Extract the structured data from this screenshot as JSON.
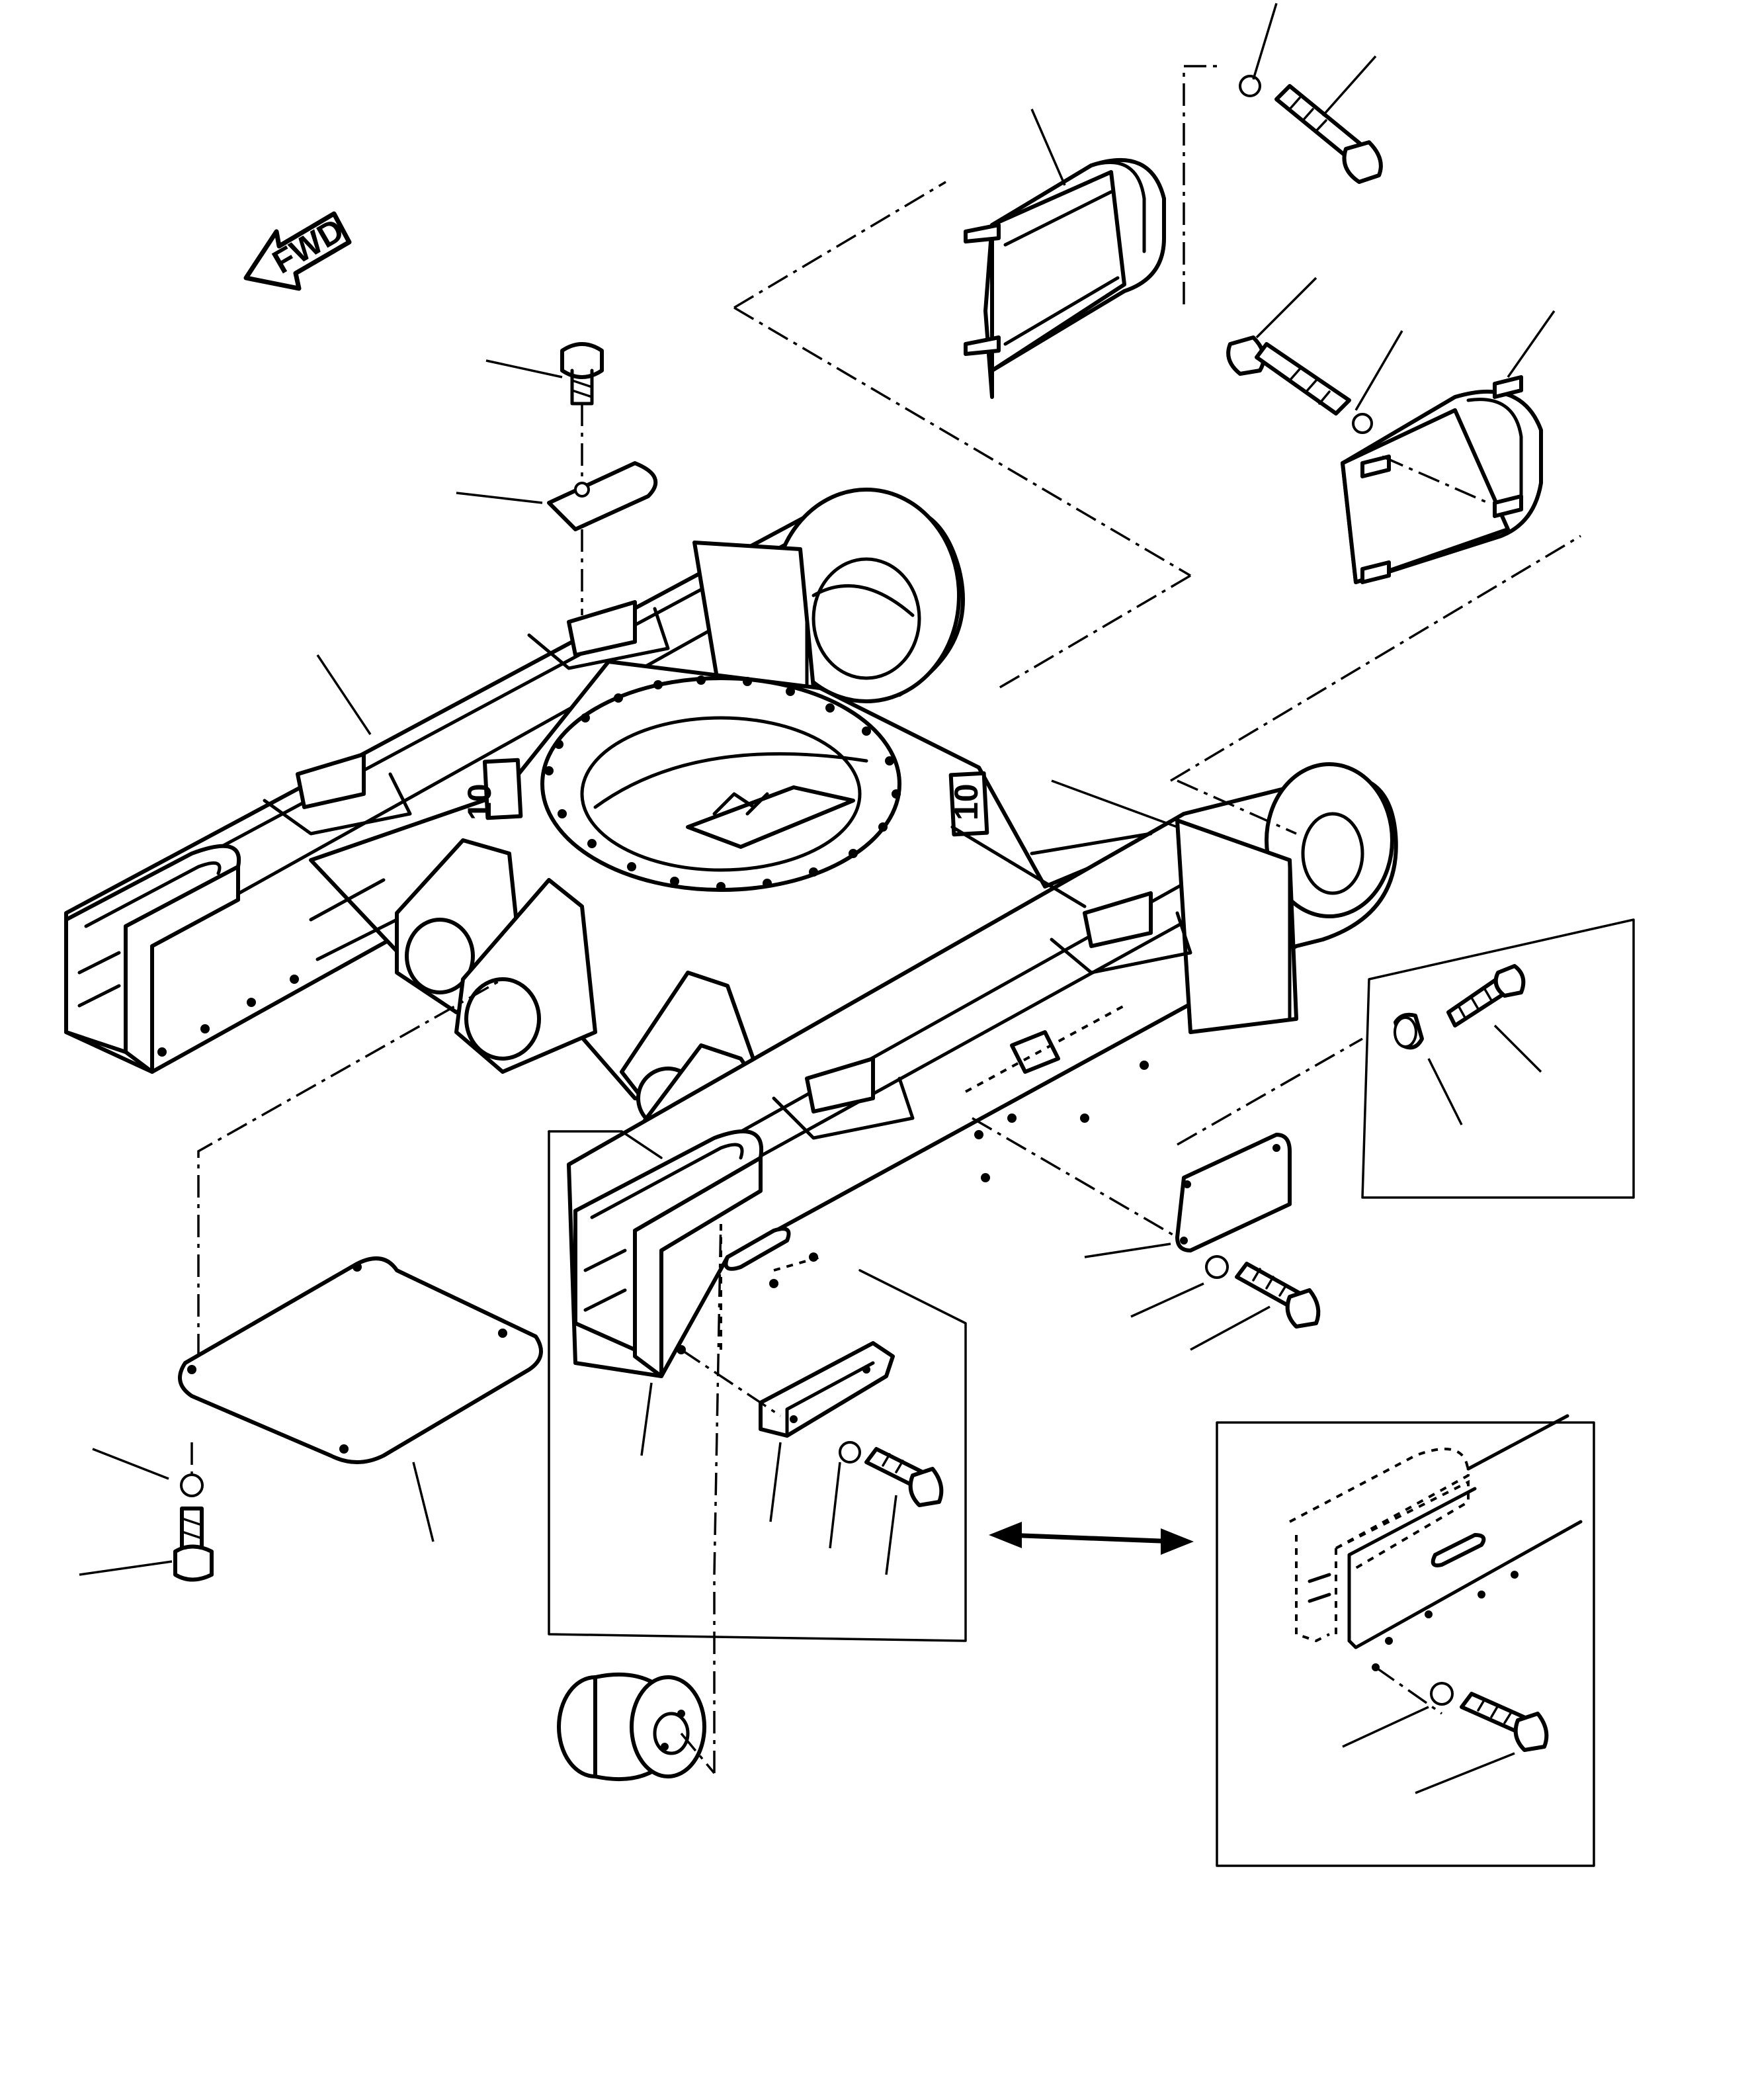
{
  "diagram": {
    "direction_arrow_label": "FWD",
    "plate_marking_1": "10",
    "plate_marking_2": "10",
    "icons": [
      "direction-arrow-icon",
      "double-headed-arrow-icon"
    ]
  }
}
